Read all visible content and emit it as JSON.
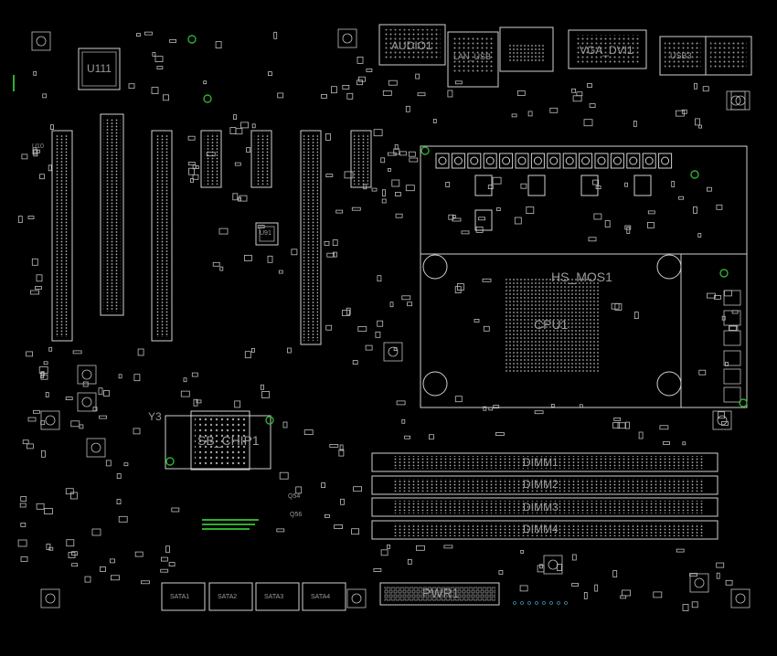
{
  "colors": {
    "background": "#000000",
    "outline": "#cfcfcf",
    "pad": "#bdbdbd",
    "mount": "#2fae2f",
    "via": "#3a8fb0",
    "accent": "#b06070"
  },
  "labels": {
    "u111": "U111",
    "u10": "U10",
    "u91": "U91",
    "audio": "AUDIO1",
    "lan": "LAN_USB",
    "vga_dvi": "VGA_DVI1",
    "usb3": "USB3",
    "hs_mos": "HS_MOS1",
    "cpu": "CPU1",
    "sb": "SB_CHIP1",
    "y3": "Y3",
    "q54": "Q54",
    "q56": "Q56",
    "pwr": "PWR1",
    "dimm1": "DIMM1",
    "dimm2": "DIMM2",
    "dimm3": "DIMM3",
    "dimm4": "DIMM4",
    "sata1": "SATA1",
    "sata2": "SATA2",
    "sata3": "SATA3",
    "sata4": "SATA4"
  }
}
